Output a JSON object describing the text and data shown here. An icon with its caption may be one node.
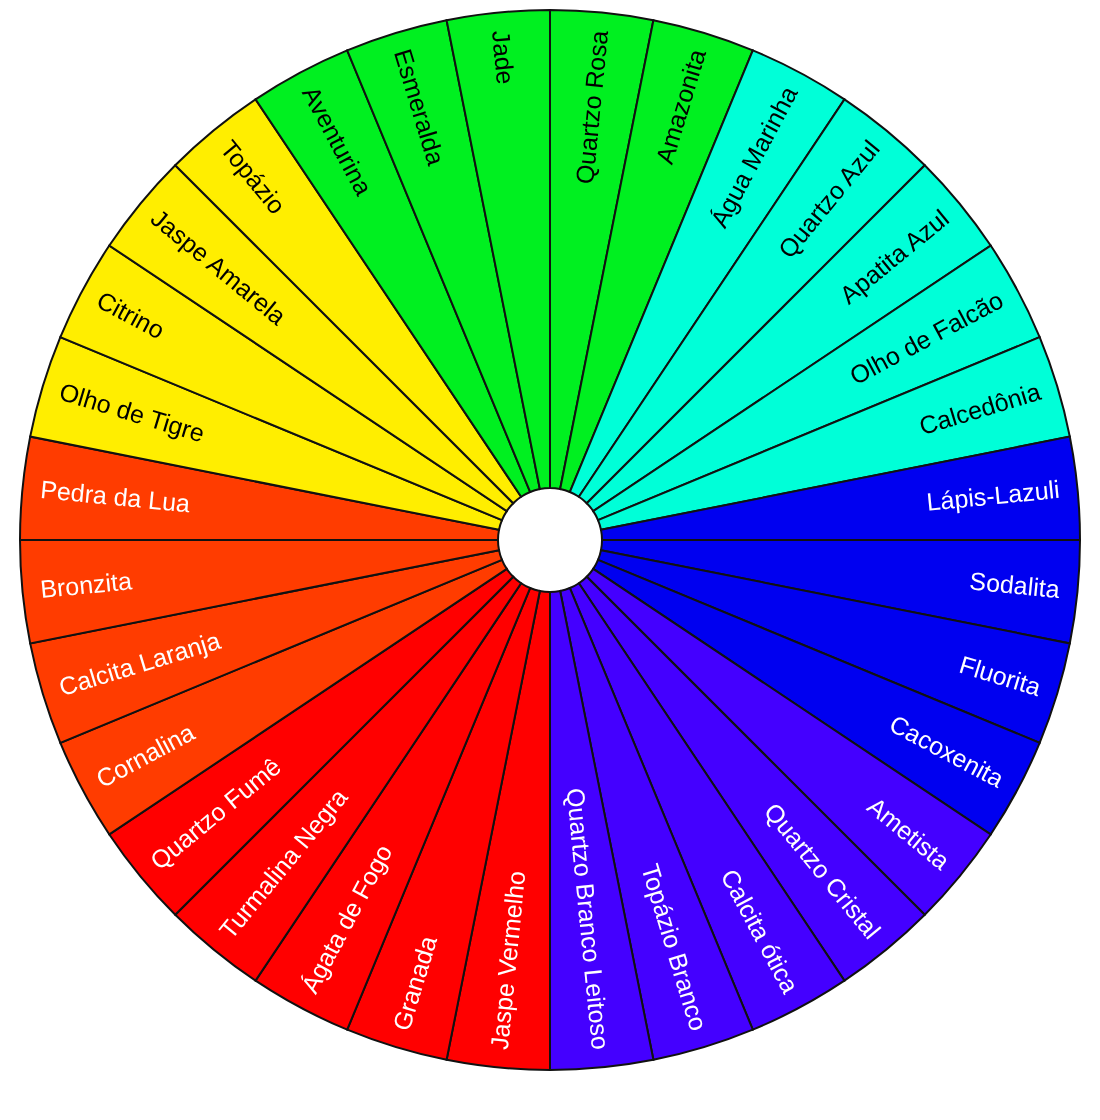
{
  "diagram": {
    "nodes": [
      {
        "text": [
          "Quartzo Rosa"
        ]
      },
      {
        "text": [
          "Amazonita"
        ]
      },
      {
        "text": [
          "Água Marinha"
        ]
      },
      {
        "text": [
          "Quartzo Azul"
        ]
      },
      {
        "text": [
          "Apatita Azul"
        ]
      },
      {
        "text": [
          "Olho de Falcão"
        ]
      },
      {
        "text": [
          "Calcedônia"
        ]
      },
      {
        "text": [
          "Lápis-Lazuli"
        ]
      },
      {
        "text": [
          "Sodalita"
        ]
      },
      {
        "text": [
          "Fluorita"
        ]
      },
      {
        "text": [
          "Cacoxenita"
        ]
      },
      {
        "text": [
          "Ametista"
        ]
      },
      {
        "text": [
          "Quartzo Cristal"
        ]
      },
      {
        "text": [
          "Calcita ótica"
        ]
      },
      {
        "text": [
          "Topázio Branco"
        ]
      },
      {
        "text": [
          "Quartzo Branco Leitoso"
        ]
      },
      {
        "text": [
          "Jaspe Vermelho"
        ]
      },
      {
        "text": [
          "Granada"
        ]
      },
      {
        "text": [
          "Ágata de Fogo"
        ]
      },
      {
        "text": [
          "Turmalina Negra"
        ]
      },
      {
        "text": [
          "Quartzo Fumê"
        ]
      },
      {
        "text": [
          "Cornalina"
        ]
      },
      {
        "text": [
          "Calcita Laranja"
        ]
      },
      {
        "text": [
          "Bronzita"
        ]
      },
      {
        "text": [
          "Pedra da Lua"
        ]
      },
      {
        "text": [
          "Olho de Tigre"
        ]
      },
      {
        "text": [
          "Citrino"
        ]
      },
      {
        "text": [
          "Jaspe Amarela"
        ]
      },
      {
        "text": [
          "Topázio"
        ]
      },
      {
        "text": [
          "Aventurina"
        ]
      },
      {
        "text": [
          "Esmeralda"
        ]
      },
      {
        "text": [
          "Jade"
        ]
      }
    ]
  }
}
